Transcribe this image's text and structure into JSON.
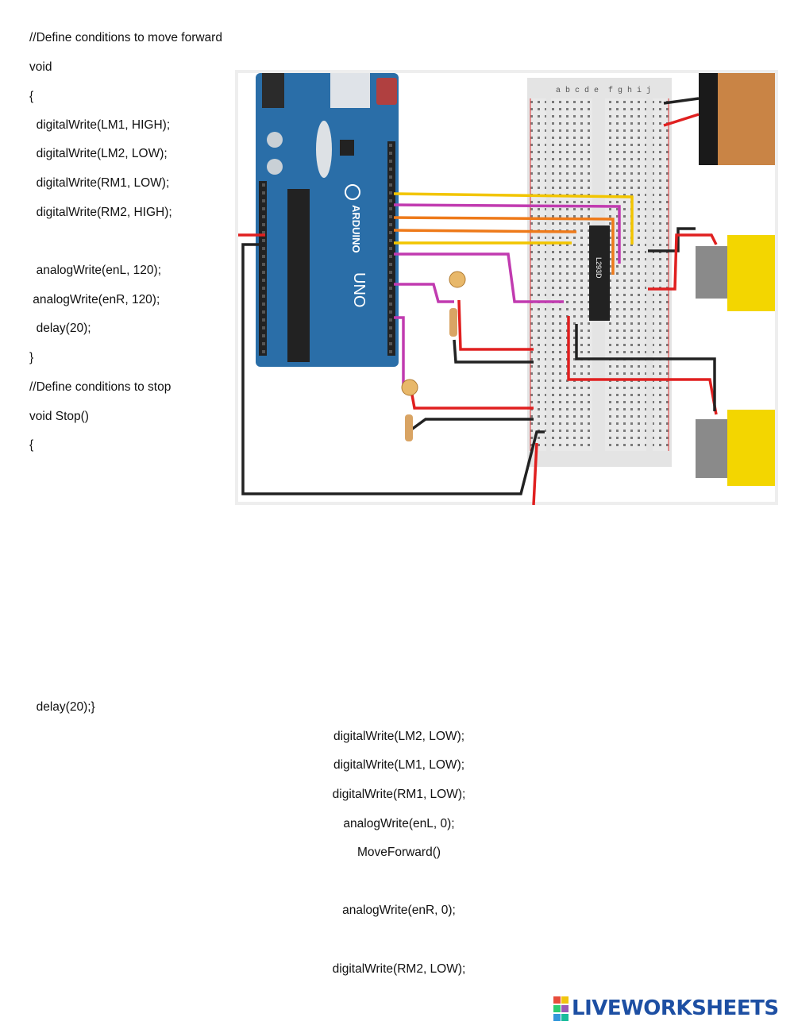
{
  "code_top": [
    "//Define conditions to move forward",
    "void",
    "{",
    "  digitalWrite(LM1, HIGH);",
    "  digitalWrite(LM2, LOW);",
    "  digitalWrite(RM1, LOW);",
    "  digitalWrite(RM2, HIGH);",
    "  analogWrite(enL, 120);",
    " analogWrite(enR, 120);",
    "  delay(20);",
    "}",
    "//Define conditions to stop",
    "void Stop()",
    "{"
  ],
  "code_bottom": "  delay(20);}",
  "answer_options": [
    "digitalWrite(LM2, LOW);",
    "digitalWrite(LM1, LOW);",
    "digitalWrite(RM1, LOW);",
    "analogWrite(enL, 0);",
    "MoveForward()",
    "analogWrite(enR, 0);",
    "digitalWrite(RM2, LOW);"
  ],
  "diagram": {
    "board_brand": "ARDUINO",
    "board_model": "UNO",
    "chip_label": "L293D",
    "breadboard_cols_left": "a b c d e",
    "breadboard_cols_right": "f g h i j"
  },
  "logo": {
    "text": "LIVEWORKSHEETS"
  },
  "colors": {
    "arduino": "#2a6ea8",
    "wire_yellow": "#f2c500",
    "wire_magenta": "#c13bb0",
    "wire_orange": "#ee7a1a",
    "wire_red": "#e02020",
    "wire_black": "#222222",
    "motor_yellow": "#f3d600"
  }
}
